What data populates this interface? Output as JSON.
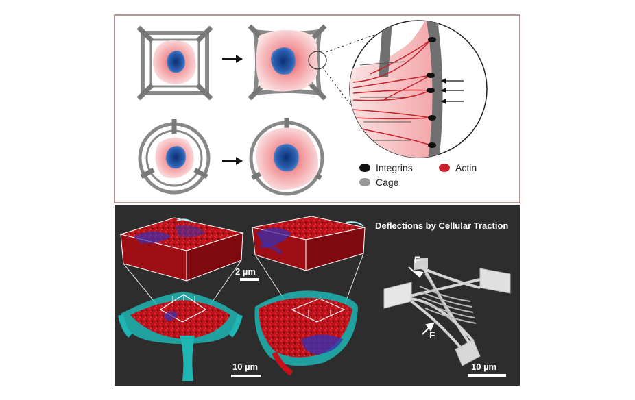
{
  "top_panel": {
    "legend": {
      "integrins": "Integrins",
      "actin": "Actin",
      "cage": "Cage"
    },
    "colors": {
      "integrins": "#111111",
      "actin": "#c8202a",
      "cage": "#999999",
      "cell": "#f4b6b8",
      "nucleus": "#1d4f9c"
    }
  },
  "bottom_panel": {
    "title": "Deflections by Cellular Traction",
    "scale_small": "2 µm",
    "scale_left": "10 µm",
    "scale_right": "10 µm",
    "force_top": "F",
    "force_bottom": "F",
    "background": "#2d2d2d"
  }
}
